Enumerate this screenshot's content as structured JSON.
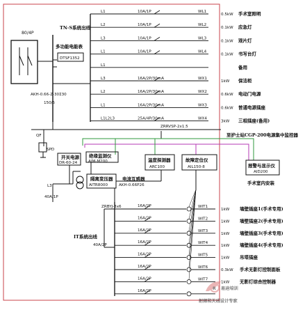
{
  "main_bus": {
    "name": "TN-S系统出线"
  },
  "breaker_in": {
    "rating": "80/4P"
  },
  "meter": {
    "title": "多功能电能表",
    "model": "DTSF1352",
    "ct": "AKH-0.66-Z-30Σ30",
    "ct_ratio": "150/5"
  },
  "upper_circuits": [
    {
      "id": "L1",
      "breaker": "10A/1P",
      "circuit": "WL1",
      "power": "0.5kW",
      "desc": "手术室照明"
    },
    {
      "id": "L2",
      "breaker": "10A/1P",
      "circuit": "WL2",
      "power": "0.1kW",
      "desc": "应急灯"
    },
    {
      "id": "L3",
      "breaker": "10A/1P",
      "circuit": "WL3",
      "power": "0.1kW",
      "desc": "观片灯"
    },
    {
      "id": "L1",
      "breaker": "10A/1P",
      "circuit": "WL4",
      "power": "0.1kW",
      "desc": "书写台灯"
    },
    {
      "id": "L1",
      "breaker": "",
      "circuit": "",
      "power": "",
      "desc": "备用"
    },
    {
      "id": "L3",
      "breaker": "16A/2P/30mA",
      "circuit": "WX1",
      "power": "1kW",
      "desc": "保洁柜"
    },
    {
      "id": "L2",
      "breaker": "16A/2P/30mA",
      "circuit": "WX2",
      "power": "0.6kW",
      "desc": "电动门电源"
    },
    {
      "id": "L1",
      "breaker": "16A/2P/30mA",
      "circuit": "WX3",
      "power": "0.6kW",
      "desc": "普通电源插座"
    },
    {
      "id": "L1L2L3",
      "breaker": "25A/4P/30mA",
      "circuit": "WX4",
      "power": "3kW",
      "desc": "三相插座(备用)"
    }
  ],
  "cable": {
    "label": "ZRRVSP-2x1.5"
  },
  "qf": {
    "label": "QF"
  },
  "spd": {
    "label": "SPD"
  },
  "modules": {
    "switch_ps": {
      "l1": "开关电源",
      "l2": "DR-60-24"
    },
    "insulation": {
      "l1": "绝缘监测仪",
      "l2": "AIM-M200"
    },
    "temp_sensor": {
      "l1": "温度探测器",
      "l2": "ARC100"
    },
    "fault_locator": {
      "l1": "故障定位仪",
      "l2": "AIL150-8"
    },
    "alarm_panel": {
      "l1": "报警与显示仪",
      "l2": "AID200",
      "note": "手术室内安装"
    },
    "transformer": {
      "l1": "隔离变压器",
      "l2": "AITR8000"
    },
    "ct2": {
      "l1": "电流互感器",
      "l2": "AKH-0.66P26"
    }
  },
  "center_label": "至护士站CGP-200电源集中监控器",
  "l3_breaker": {
    "id": "L3",
    "rating": "40A/1P"
  },
  "it_bus": {
    "name": "IT系统出线",
    "cable": "ZRBYJ-3x6",
    "main_breaker": "40A/2P"
  },
  "it_circuits": [
    {
      "breaker": "16A/2P",
      "circuit": "WIT1",
      "power": "1kW",
      "desc": "墙壁插座1(手术专用)"
    },
    {
      "breaker": "16A/2P",
      "circuit": "WIT2",
      "power": "1kW",
      "desc": "墙壁插座2(手术专用)"
    },
    {
      "breaker": "16A/2P",
      "circuit": "WIT3",
      "power": "1kW",
      "desc": "墙壁插座3(手术专用)"
    },
    {
      "breaker": "16A/2P",
      "circuit": "WIT4",
      "power": "1kW",
      "desc": "墙壁插座4(手术专用)"
    },
    {
      "breaker": "16A/2P",
      "circuit": "WIT5",
      "power": "1kW",
      "desc": "吊塔插座"
    },
    {
      "breaker": "16A/2P",
      "circuit": "WIT6",
      "power": "0.3kW",
      "desc": "手术无影灯控制面板"
    },
    {
      "breaker": "16A/2P",
      "circuit": "WIT7",
      "power": "1kW",
      "desc": "无影灯综合控制器"
    },
    {
      "breaker": "16A/2P",
      "circuit": "",
      "power": "",
      "desc": ""
    }
  ],
  "watermark": {
    "icon_text": "R",
    "brand": "易迪培训",
    "sub": "射频和天线设计专家"
  },
  "colors": {
    "frame": "#c8434b",
    "green_wire": "#2f9a3c",
    "magenta_wire": "#b43ab4",
    "line": "#111111"
  }
}
